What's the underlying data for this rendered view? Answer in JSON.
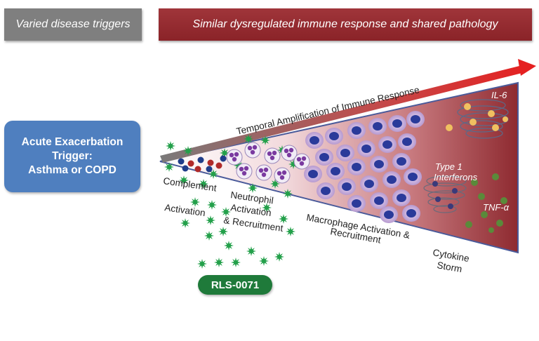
{
  "header": {
    "left_banner": "Varied disease triggers",
    "right_banner": "Similar dysregulated immune response and shared pathology"
  },
  "trigger": {
    "line1": "Acute Exacerbation",
    "line2": "Trigger:",
    "line3": "Asthma or COPD"
  },
  "arrow_label": "Temporal Amplification of Immune Response",
  "stages": {
    "complement": [
      "Complement",
      "Activation"
    ],
    "neutrophil": [
      "Neutrophil",
      "Activation",
      "& Recruitment"
    ],
    "macrophage": [
      "Macrophage Activation &",
      "Recruitment"
    ],
    "cytokine": [
      "Cytokine",
      "Storm"
    ]
  },
  "cytokines": {
    "il6": "IL-6",
    "interferon": [
      "Type 1",
      "Interferons"
    ],
    "tnf": "TNF-α"
  },
  "drug": "RLS-0071",
  "colors": {
    "drug_green": "#1f7a3a",
    "star_green": "#23a04a",
    "trigger_blue": "#4f7fbf",
    "banner_red": "#8a2328",
    "arrow_red": "#e02020"
  }
}
